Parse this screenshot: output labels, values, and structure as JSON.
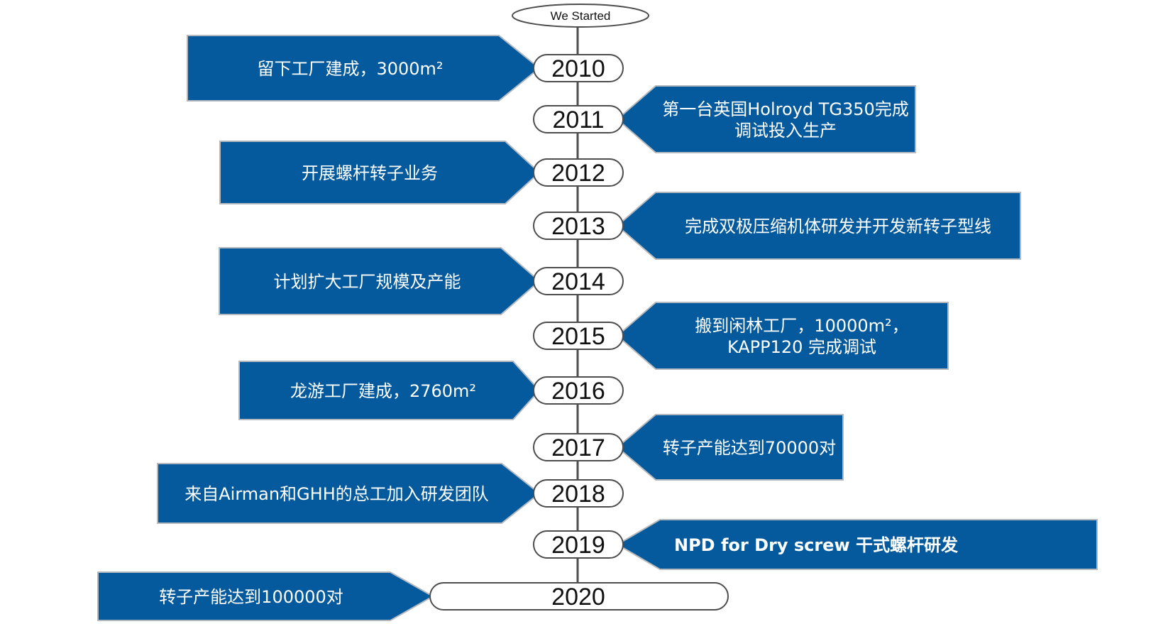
{
  "start_label": "We Started",
  "colors": {
    "box": "#045a9c",
    "box_edge": "#b4b9bf",
    "line": "#4d4d4d"
  },
  "milestones": [
    {
      "year": "2010",
      "side": "left",
      "lines": [
        "留下工厂建成，3000m²"
      ]
    },
    {
      "year": "2011",
      "side": "right",
      "lines": [
        "第一台英国Holroyd TG350完成",
        "调试投入生产"
      ]
    },
    {
      "year": "2012",
      "side": "left",
      "lines": [
        "开展螺杆转子业务"
      ]
    },
    {
      "year": "2013",
      "side": "right",
      "lines": [
        "完成双极压缩机体研发并开发新转子型线"
      ]
    },
    {
      "year": "2014",
      "side": "left",
      "lines": [
        "计划扩大工厂规模及产能"
      ]
    },
    {
      "year": "2015",
      "side": "right",
      "lines": [
        "搬到闲林工厂，10000m²，",
        "KAPP120 完成调试"
      ]
    },
    {
      "year": "2016",
      "side": "left",
      "lines": [
        "龙游工厂建成，2760m²"
      ]
    },
    {
      "year": "2017",
      "side": "right",
      "lines": [
        "转子产能达到70000对"
      ]
    },
    {
      "year": "2018",
      "side": "left",
      "lines": [
        "来自Airman和GHH的总工加入研发团队"
      ]
    },
    {
      "year": "2019",
      "side": "right",
      "lines": [
        "NPD for Dry screw  干式螺杆研发"
      ],
      "bold": true
    },
    {
      "year": "2020",
      "side": "left",
      "lines": [
        "转子产能达到100000对"
      ]
    }
  ]
}
